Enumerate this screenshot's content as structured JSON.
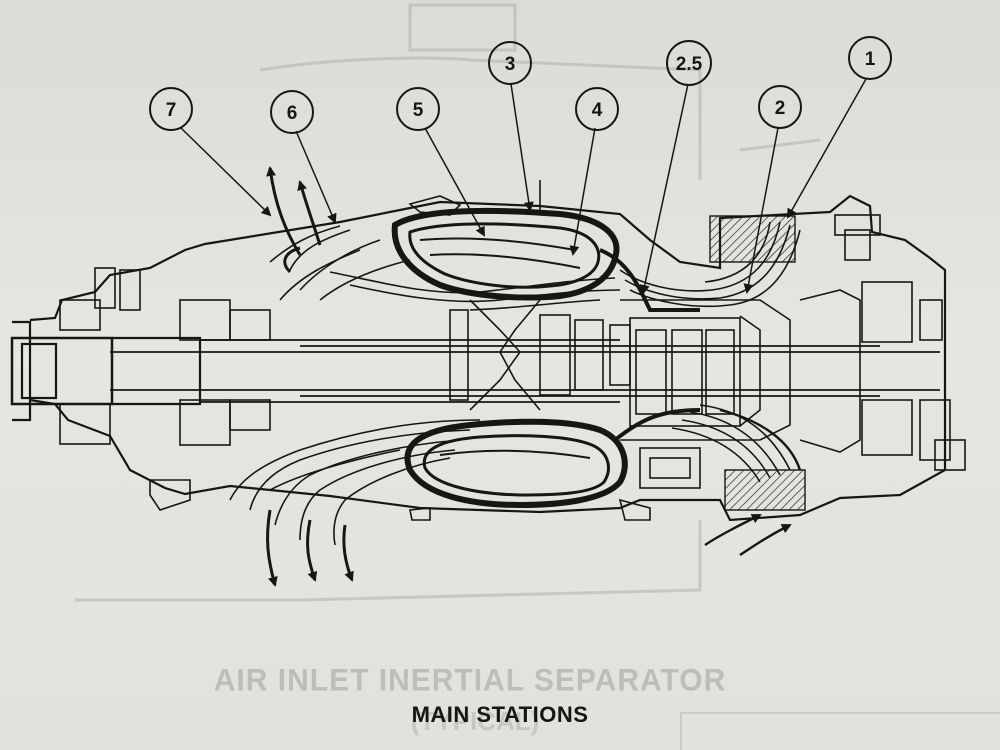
{
  "figure": {
    "caption": "MAIN STATIONS",
    "show_through_caption": "AIR INLET INERTIAL SEPARATOR",
    "show_through_sub": "(TYPICAL)",
    "colors": {
      "ink": "#161616",
      "paper": "#e4e4de",
      "show_through": "#8a8a85"
    }
  },
  "stations": [
    {
      "id": "7",
      "label": "7"
    },
    {
      "id": "6",
      "label": "6"
    },
    {
      "id": "5",
      "label": "5"
    },
    {
      "id": "3",
      "label": "3"
    },
    {
      "id": "4",
      "label": "4"
    },
    {
      "id": "2.5",
      "label": "2.5"
    },
    {
      "id": "2",
      "label": "2"
    },
    {
      "id": "1",
      "label": "1"
    }
  ]
}
